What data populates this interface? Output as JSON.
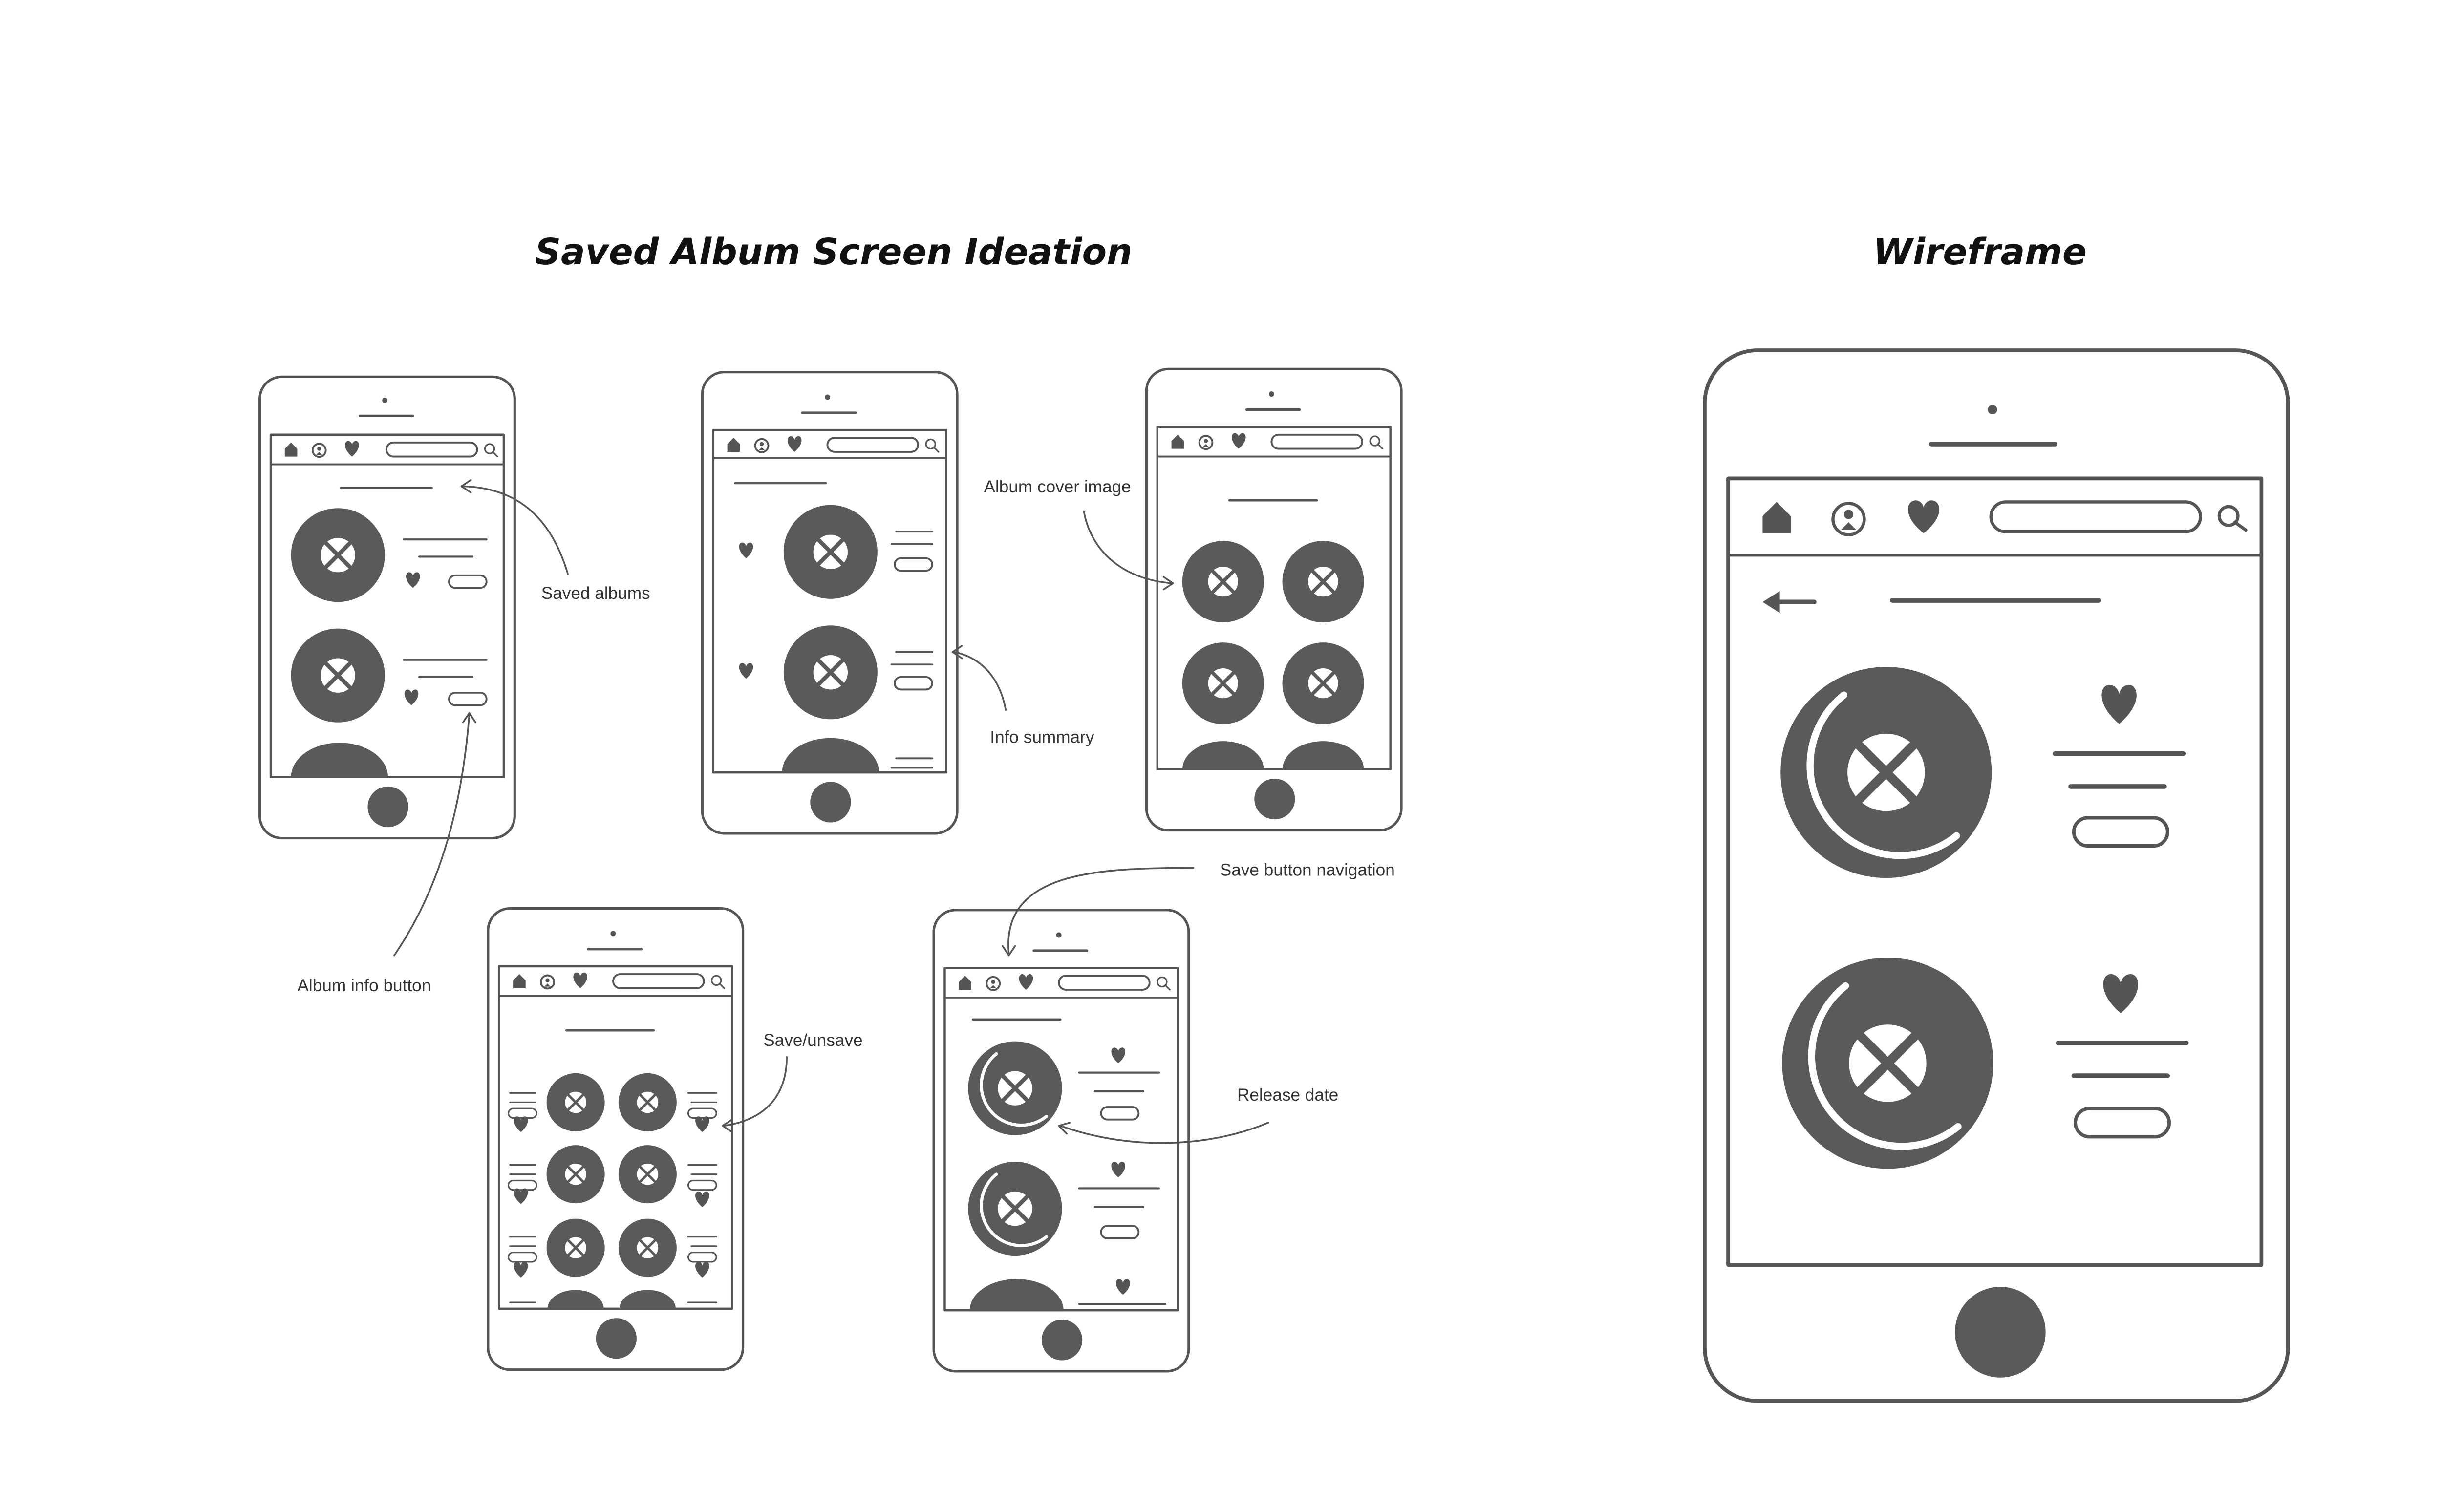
{
  "headings": {
    "ideation": "Saved Album Screen Ideation",
    "wireframe": "Wireframe"
  },
  "annotations": {
    "saved_albums": "Saved albums",
    "album_info_button": "Album info button",
    "album_cover_image": "Album cover image",
    "info_summary": "Info summary",
    "save_button_navigation": "Save button navigation",
    "save_unsave": "Save/unsave",
    "release_date": "Release date"
  },
  "icons": [
    "home-icon",
    "profile-icon",
    "heart-icon",
    "search-icon",
    "back-arrow-icon",
    "album-disc-icon",
    "home-button-icon"
  ],
  "colors": {
    "ink": "#555555",
    "paper": "#ffffff",
    "fill": "#5a5a5a"
  }
}
